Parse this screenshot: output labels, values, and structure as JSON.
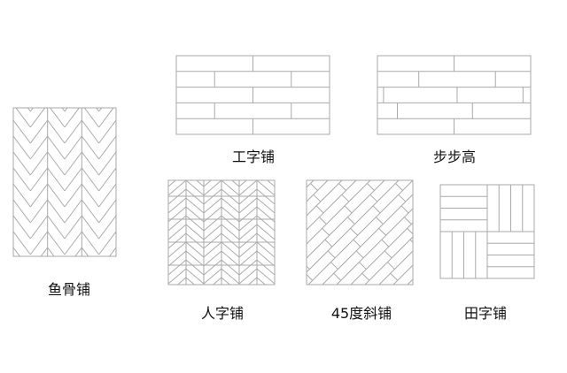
{
  "patterns": [
    {
      "id": "herringbone",
      "label": "鱼骨铺"
    },
    {
      "id": "brick-gong",
      "label": "工字铺"
    },
    {
      "id": "brick-step",
      "label": "步步高"
    },
    {
      "id": "chevron-ren",
      "label": "人字铺"
    },
    {
      "id": "diagonal-45",
      "label": "45度斜铺"
    },
    {
      "id": "basket-tian",
      "label": "田字铺"
    }
  ],
  "colors": {
    "line": "#aaaaaa",
    "text": "#111111",
    "background": "#ffffff"
  }
}
